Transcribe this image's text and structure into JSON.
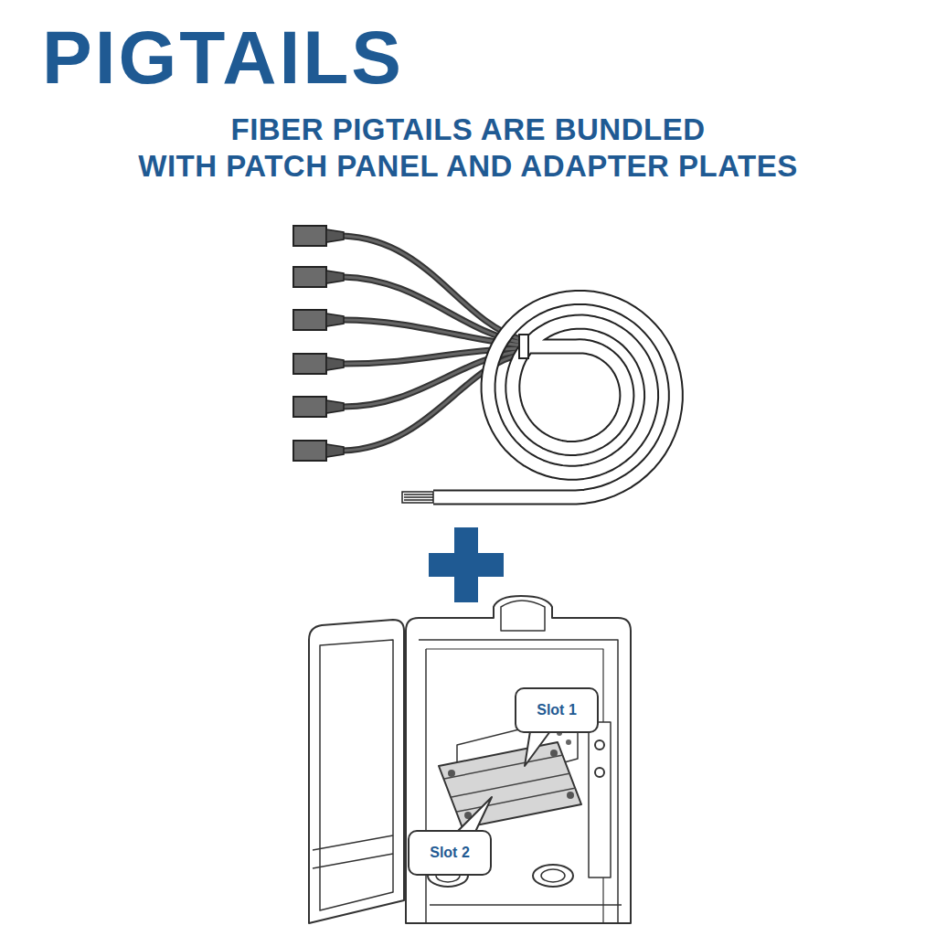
{
  "diagram": {
    "title": "PIGTAILS",
    "nodes": [
      {
        "text": [
          "Slot 1"
        ]
      },
      {
        "text": [
          "Slot 2"
        ]
      }
    ],
    "labels": [
      "FIBER PIGTAILS ARE BUNDLED WITH PATCH PANEL AND ADAPTER PLATES"
    ]
  }
}
